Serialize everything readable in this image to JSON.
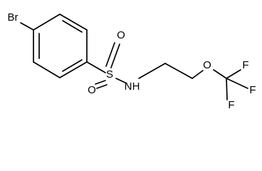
{
  "molecule": {
    "atoms": {
      "bromine": "Br",
      "sulfur": "S",
      "oxygen_top": "O",
      "oxygen_bottom": "O",
      "nitrogen_h": "N",
      "nitrogen_h2": "H",
      "ether_oxygen": "O",
      "fluorine_1": "F",
      "fluorine_2": "F",
      "fluorine_3": "F"
    }
  }
}
